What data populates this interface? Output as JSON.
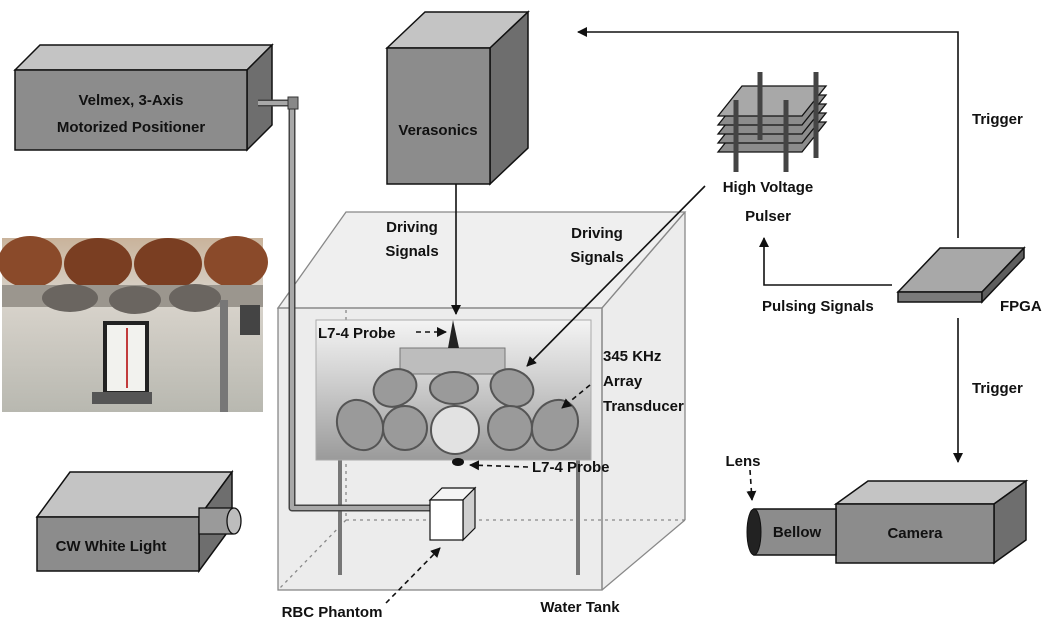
{
  "components": {
    "positioner": {
      "line1": "Velmex, 3-Axis",
      "line2": "Motorized Positioner"
    },
    "verasonics": {
      "label": "Verasonics"
    },
    "pulser": {
      "line1": "High Voltage",
      "line2": "Pulser"
    },
    "fpga": {
      "label": "FPGA"
    },
    "light": {
      "label": "CW White Light"
    },
    "camera": {
      "label": "Camera"
    },
    "bellow": {
      "label": "Bellow"
    },
    "tank": {
      "label": "Water Tank"
    },
    "phantom": {
      "label": "RBC Phantom"
    },
    "array": {
      "line1": "345 KHz",
      "line2": "Array",
      "line3": "Transducer"
    }
  },
  "labels": {
    "trigger_top": "Trigger",
    "trigger_bottom": "Trigger",
    "driving_left": {
      "line1": "Driving",
      "line2": "Signals"
    },
    "driving_right": {
      "line1": "Driving",
      "line2": "Signals"
    },
    "pulsing": "Pulsing Signals",
    "probe_top": "L7-4 Probe",
    "probe_bottom": "L7-4 Probe",
    "lens": "Lens"
  },
  "colors": {
    "box_front": "#8c8c8c",
    "box_top": "#c4c4c4",
    "box_side": "#6e6e6e",
    "tank_fill": "#e4e4e4",
    "stroke": "#111111"
  }
}
